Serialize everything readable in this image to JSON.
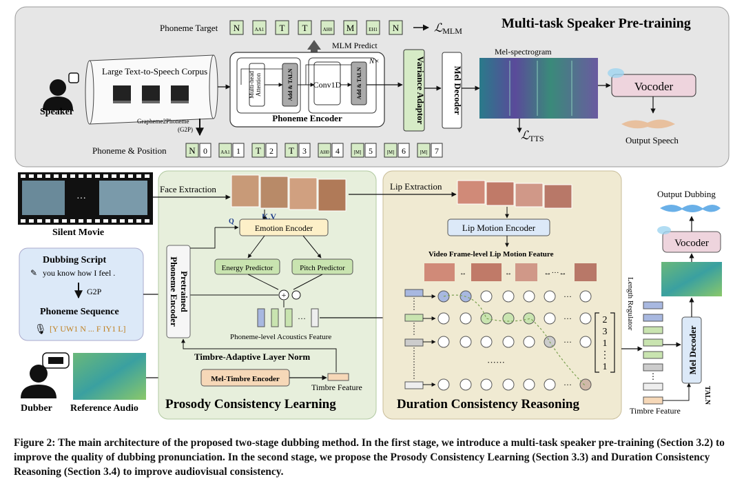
{
  "stage1": {
    "title": "Multi-task Speaker Pre-training",
    "phoneme_target_label": "Phoneme Target",
    "phoneme_target_tokens": [
      "N",
      "AA1",
      "T",
      "T",
      "AH0",
      "M",
      "EH1",
      "N"
    ],
    "loss_mlm_main": "ℒ",
    "loss_mlm_sub": "MLM",
    "mlm_predict": "MLM Predict",
    "speaker": "Speaker",
    "corpus": "Large Text-to-Speech Corpus",
    "g2p_line1": "Grapheme2Phoneme",
    "g2p_line2": "(G2P)",
    "phoneme_position_label": "Phoneme & Position",
    "phoneme_position_tokens": [
      [
        "N",
        "0"
      ],
      [
        "AA1",
        "1"
      ],
      [
        "T",
        "2"
      ],
      [
        "T",
        "3"
      ],
      [
        "AH0",
        "4"
      ],
      [
        "[M]",
        "5"
      ],
      [
        "[M]",
        "6"
      ],
      [
        "[M]",
        "7"
      ]
    ],
    "mha_line1": "Multi-head",
    "mha_line2": "Attention",
    "add_taln": "Add & TALN",
    "conv1d": "Conv1D",
    "nx": "N×",
    "phoneme_encoder": "Phoneme Encoder",
    "variance_adaptor": "Variance Adaptor",
    "mel_decoder": "Mel Decoder",
    "mel_spectrogram": "Mel-spectrogram",
    "loss_tts_main": "ℒ",
    "loss_tts_sub": "TTS",
    "vocoder": "Vocoder",
    "output_speech": "Output Speech"
  },
  "stage2": {
    "silent_movie": "Silent Movie",
    "face_extraction": "Face Extraction",
    "kv": "K,V",
    "q": "Q",
    "emotion_encoder": "Emotion Encoder",
    "energy_predictor": "Energy Predictor",
    "pitch_predictor": "Pitch Predictor",
    "pretrained_line1": "Pretrained",
    "pretrained_line2": "Phoneme Encoder",
    "dubbing_script": "Dubbing Script",
    "script_text": "you know how I feel .",
    "g2p": "G2P",
    "phoneme_sequence": "Phoneme Sequence",
    "phoneme_sequence_text": "[Y UW1 N ... F IY1 L]",
    "phoneme_acoustics": "Phoneme-level Acoustics Feature",
    "timbre_norm": "Timbre-Adaptive Layer Norm",
    "mel_timbre_encoder": "Mel-Timbre Encoder",
    "timbre_feature": "Timbre Feature",
    "dubber": "Dubber",
    "reference_audio": "Reference Audio",
    "prosody_title": "Prosody Consistency Learning",
    "lip_extraction": "Lip Extraction",
    "lip_motion_encoder": "Lip Motion Encoder",
    "video_lip_feature": "Video Frame-level Lip Motion Feature",
    "duration_title": "Duration Consistency Reasoning",
    "dots": "······",
    "ellipsis": "···",
    "matrix_values": [
      "2",
      "3",
      "1",
      "⋮",
      "1"
    ],
    "length_regulator": "Length Regulator",
    "output_dubbing": "Output Dubbing",
    "vocoder": "Vocoder",
    "mel_decoder": "Mel Decoder",
    "taln": "TALN"
  },
  "caption": "Figure 2: The main architecture of the proposed two-stage dubbing method. In the first stage, we introduce a multi-task speaker pre-training (Section 3.2) to improve the quality of dubbing pronunciation. In the second stage, we propose the Prosody Consistency Learning (Section 3.3) and Duration Consistency Reasoning (Section 3.4) to improve audiovisual consistency.",
  "colors": {
    "panel_gray": "#e6e6e6",
    "panel_green": "#e7efdc",
    "panel_tan": "#f0ead2",
    "token_green": "#d6ebc6",
    "enc_yellow": "#fdf0c8",
    "lip_blue": "#dce9f8",
    "vocoder_pink": "#eed4dd",
    "predictor_green": "#c9e4b0",
    "timbre_orange": "#f6d8b8"
  }
}
